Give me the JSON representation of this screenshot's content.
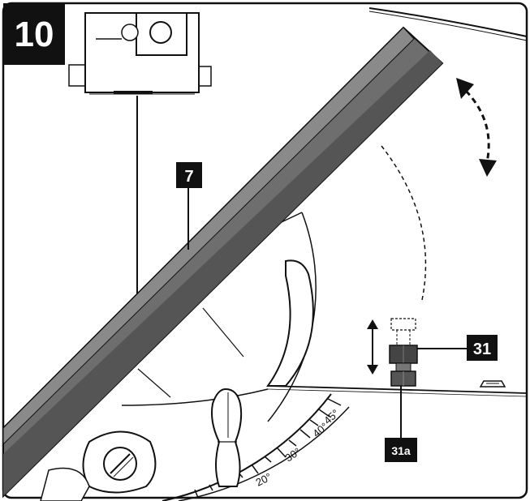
{
  "figure_number": "10",
  "callouts": {
    "fence": "7",
    "stop_bolt": "31",
    "lock_nut": "31a"
  },
  "scale_marks": {
    "d20": "20°",
    "d30": "30°",
    "d40": "40°",
    "d45": "45°"
  },
  "colors": {
    "ink": "#111111",
    "blade": "#6e6e6e",
    "label_bg": "#111111",
    "label_text": "#ffffff"
  }
}
